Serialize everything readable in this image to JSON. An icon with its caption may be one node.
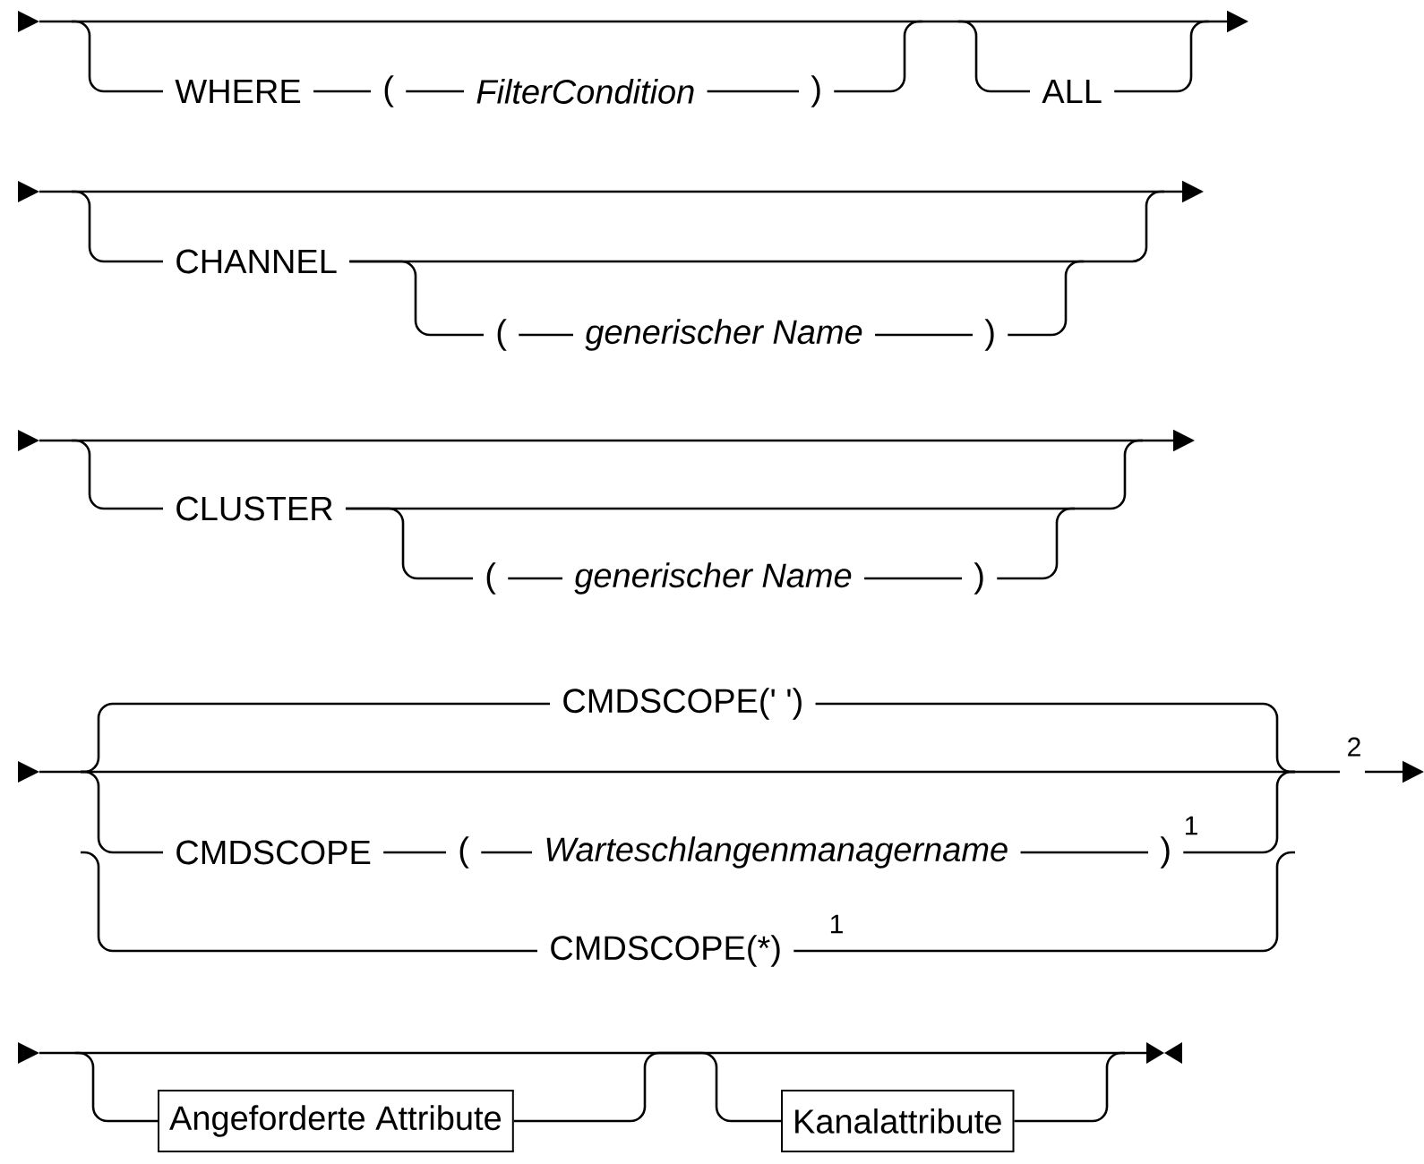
{
  "diagram": {
    "nodes": [
      {
        "text": [
          "WHERE"
        ]
      },
      {
        "text": [
          "("
        ]
      },
      {
        "text": [
          "FilterCondition"
        ]
      },
      {
        "text": [
          ")"
        ]
      },
      {
        "text": [
          "ALL"
        ]
      },
      {
        "text": [
          "CHANNEL"
        ]
      },
      {
        "text": [
          "("
        ]
      },
      {
        "text": [
          "generischer Name"
        ]
      },
      {
        "text": [
          ")"
        ]
      },
      {
        "text": [
          "CLUSTER"
        ]
      },
      {
        "text": [
          "("
        ]
      },
      {
        "text": [
          "generischer Name"
        ]
      },
      {
        "text": [
          ")"
        ]
      },
      {
        "text": [
          "CMDSCOPE(' ')"
        ]
      },
      {
        "text": [
          "CMDSCOPE"
        ]
      },
      {
        "text": [
          "("
        ]
      },
      {
        "text": [
          "Warteschlangenmanagername"
        ]
      },
      {
        "text": [
          ")"
        ],
        "beside": [
          "1"
        ]
      },
      {
        "text": [
          "CMDSCOPE(*)"
        ],
        "beside": [
          "1"
        ]
      },
      {
        "text": [
          "Angeforderte Attribute"
        ]
      },
      {
        "text": [
          "Kanalattribute"
        ]
      }
    ],
    "edges": [
      {
        "from": null,
        "to": 0,
        "arrow": "none"
      },
      {
        "from": 0,
        "to": 1,
        "arrow": "none"
      },
      {
        "from": 1,
        "to": 2,
        "arrow": "none"
      },
      {
        "from": 2,
        "to": 3,
        "arrow": "none"
      },
      {
        "from": 3,
        "to": null,
        "arrow": "none"
      },
      {
        "from": null,
        "to": 4,
        "arrow": "none"
      },
      {
        "from": 4,
        "to": null,
        "arrow": "none"
      },
      {
        "from": null,
        "to": 5,
        "arrow": "none"
      },
      {
        "from": 5,
        "to": null,
        "arrow": "none"
      },
      {
        "from": 5,
        "to": 6,
        "arrow": "none"
      },
      {
        "from": 6,
        "to": 7,
        "arrow": "none"
      },
      {
        "from": 7,
        "to": 8,
        "arrow": "none"
      },
      {
        "from": 8,
        "to": null,
        "arrow": "none"
      },
      {
        "from": null,
        "to": 9,
        "arrow": "none"
      },
      {
        "from": 9,
        "to": null,
        "arrow": "none"
      },
      {
        "from": 9,
        "to": 10,
        "arrow": "none"
      },
      {
        "from": 10,
        "to": 11,
        "arrow": "none"
      },
      {
        "from": 11,
        "to": 12,
        "arrow": "none"
      },
      {
        "from": 12,
        "to": null,
        "arrow": "none"
      },
      {
        "from": null,
        "to": 13,
        "arrow": "none"
      },
      {
        "from": 13,
        "to": null,
        "arrow": "none"
      },
      {
        "from": null,
        "to": 14,
        "arrow": "none"
      },
      {
        "from": 14,
        "to": 15,
        "arrow": "none"
      },
      {
        "from": 15,
        "to": 16,
        "arrow": "none"
      },
      {
        "from": 16,
        "to": 17,
        "arrow": "none"
      },
      {
        "from": 17,
        "to": null,
        "arrow": "none"
      },
      {
        "from": null,
        "to": 18,
        "arrow": "none"
      },
      {
        "from": 18,
        "to": null,
        "arrow": "none"
      },
      {
        "from": null,
        "to": 19,
        "arrow": "none"
      },
      {
        "from": 19,
        "to": 20,
        "arrow": "none"
      },
      {
        "from": 20,
        "to": null,
        "arrow": "none"
      }
    ],
    "labels": [
      "2"
    ]
  }
}
